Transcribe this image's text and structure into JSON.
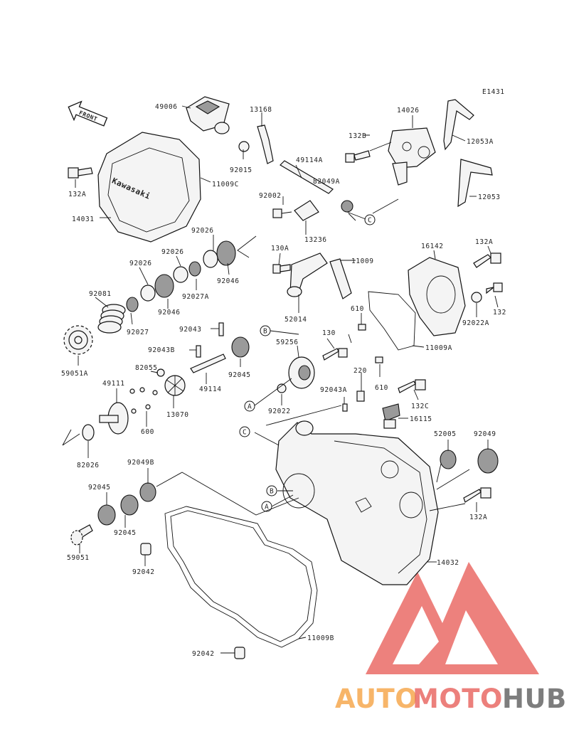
{
  "diagram": {
    "ref_code": "E1431",
    "front_label": "FRONT",
    "brand_on_cover": "Kawasaki",
    "callouts": [
      "A",
      "B",
      "C"
    ],
    "part_numbers": {
      "p49006": "49006",
      "p13168": "13168",
      "p14026": "14026",
      "p12053A": "12053A",
      "p132B": "132B",
      "p12053": "12053",
      "p132A_top": "132A",
      "p11009C": "11009C",
      "p92015": "92015",
      "p49114A": "49114A",
      "p82049A": "82049A",
      "p92002": "92002",
      "p13236": "13236",
      "p14031": "14031",
      "p92026_a": "92026",
      "p92026_b": "92026",
      "p92026_c": "92026",
      "p92046_a": "92046",
      "p92027A": "92027A",
      "p92046_b": "92046",
      "p130A": "130A",
      "p11009": "11009",
      "p16142": "16142",
      "p132A_mid": "132A",
      "p132": "132",
      "p92022A": "92022A",
      "p92081": "92081",
      "p92027": "92027",
      "p92043": "92043",
      "p52014": "52014",
      "p610_a": "610",
      "p130": "130",
      "p59256": "59256",
      "p11009A": "11009A",
      "p92043B": "92043B",
      "p92045_a": "92045",
      "p59051A": "59051A",
      "p82055": "82055",
      "p220": "220",
      "p49114": "49114",
      "p49111": "49111",
      "p13070": "13070",
      "p92043A": "92043A",
      "p610_b": "610",
      "p132C": "132C",
      "p92022": "92022",
      "p16115": "16115",
      "p600": "600",
      "p52005": "52005",
      "p92049": "92049",
      "p82026": "82026",
      "p92049B": "92049B",
      "p92045_b": "92045",
      "p92045_c": "92045",
      "p132A_low": "132A",
      "p59051": "59051",
      "p92042_a": "92042",
      "p14032": "14032",
      "p11009B": "11009B",
      "p92042_b": "92042"
    }
  },
  "watermark": {
    "part1": "AUTO",
    "part2": "MOTO",
    "part3": "HUB",
    "color_red": "#e8615c",
    "color_orange": "#f6a94f",
    "color_gray": "#676767"
  }
}
